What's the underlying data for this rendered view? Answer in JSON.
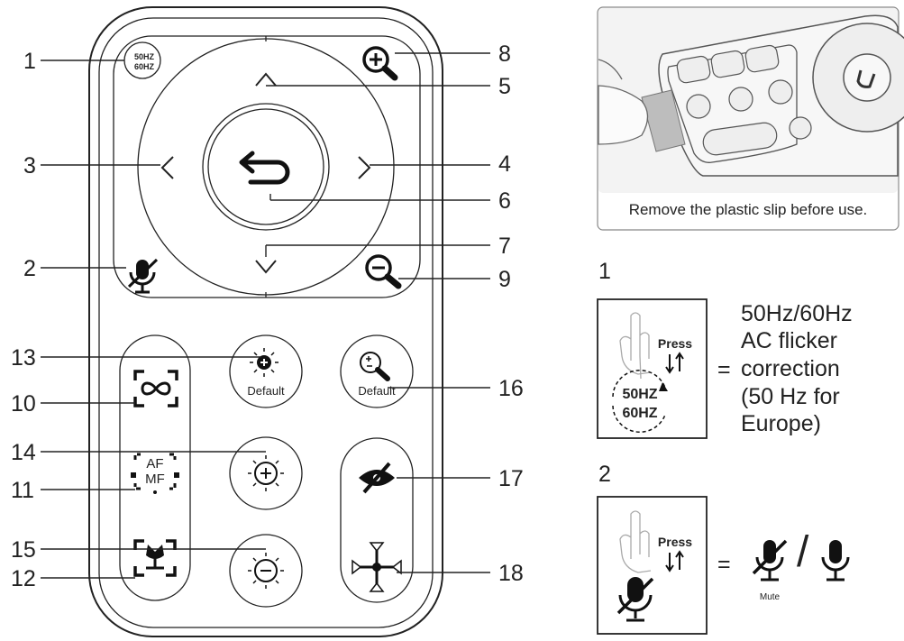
{
  "callouts": [
    "1",
    "2",
    "3",
    "4",
    "5",
    "6",
    "7",
    "8",
    "9",
    "10",
    "11",
    "12",
    "13",
    "14",
    "15",
    "16",
    "17",
    "18"
  ],
  "buttons": {
    "flicker_top": "50HZ",
    "flicker_bottom": "60HZ",
    "default_brightness_label": "Default",
    "default_zoom_label": "Default",
    "af_label": "AF",
    "mf_label": "MF"
  },
  "photo": {
    "caption": "Remove the plastic slip before use."
  },
  "step1": {
    "number": "1",
    "press": "Press",
    "hz_top": "50HZ",
    "hz_bottom": "60HZ",
    "equals": "=",
    "description": [
      "50Hz/60Hz",
      "AC flicker",
      "correction",
      "(50 Hz for",
      "Europe)"
    ]
  },
  "step2": {
    "number": "2",
    "press": "Press",
    "equals": "=",
    "mute_label": "Mute",
    "slash": "/"
  }
}
